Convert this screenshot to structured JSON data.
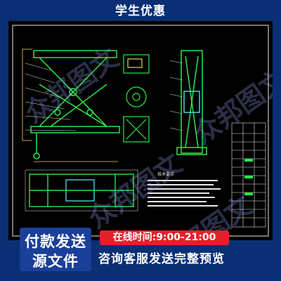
{
  "banner": {
    "title": "学生优惠"
  },
  "watermark": {
    "text": "众邦图文"
  },
  "drawing": {
    "panel_title": "技术要求"
  },
  "promo": {
    "cta_line1": "付款发送",
    "cta_line2": "源文件",
    "hours": "在线时间:9:00-21:00",
    "consult": "咨询客服发送完整预览"
  },
  "colors": {
    "background": "#0a2f74",
    "drawing_bg": "#000000",
    "line_green": "#2ee64a",
    "line_cyan": "#49d2e6",
    "line_yellow": "#e6d84a",
    "line_white": "#e8e8e8",
    "badge_red": "#e3202a"
  }
}
